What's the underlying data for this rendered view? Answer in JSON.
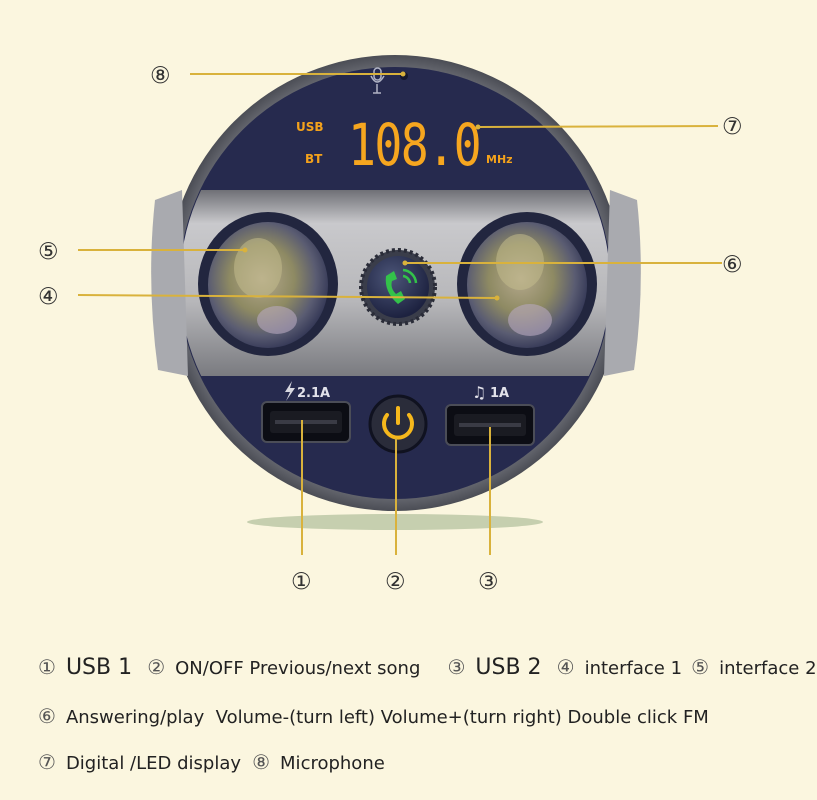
{
  "display": {
    "usb_label": "USB",
    "bt_label": "BT",
    "frequency": "108.0",
    "unit": "MHz"
  },
  "ports": {
    "usb1_rating": "2.1A",
    "usb2_rating": "1A"
  },
  "callouts": {
    "c1": "①",
    "c2": "②",
    "c3": "③",
    "c4": "④",
    "c5": "⑤",
    "c6": "⑥",
    "c7": "⑦",
    "c8": "⑧"
  },
  "legend": {
    "item1_num": "①",
    "item1_text": "USB 1",
    "item2_num": "②",
    "item2_text": "ON/OFF Previous/next song",
    "item3_num": "③",
    "item3_text": "USB 2",
    "item4_num": "④",
    "item4_text": "interface 1",
    "item5_num": "⑤",
    "item5_text": "interface 2",
    "item6_num": "⑥",
    "item6_text": "Answering/play  Volume-(turn left) Volume+(turn right) Double click FM",
    "item7_num": "⑦",
    "item7_text": "Digital /LED display",
    "item8_num": "⑧",
    "item8_text": "Microphone"
  },
  "colors": {
    "background": "#fbf6df",
    "device_face": "#262a4e",
    "led": "#f4a21b",
    "callout_line": "#d9b23c",
    "phone_icon": "#33c24a"
  }
}
